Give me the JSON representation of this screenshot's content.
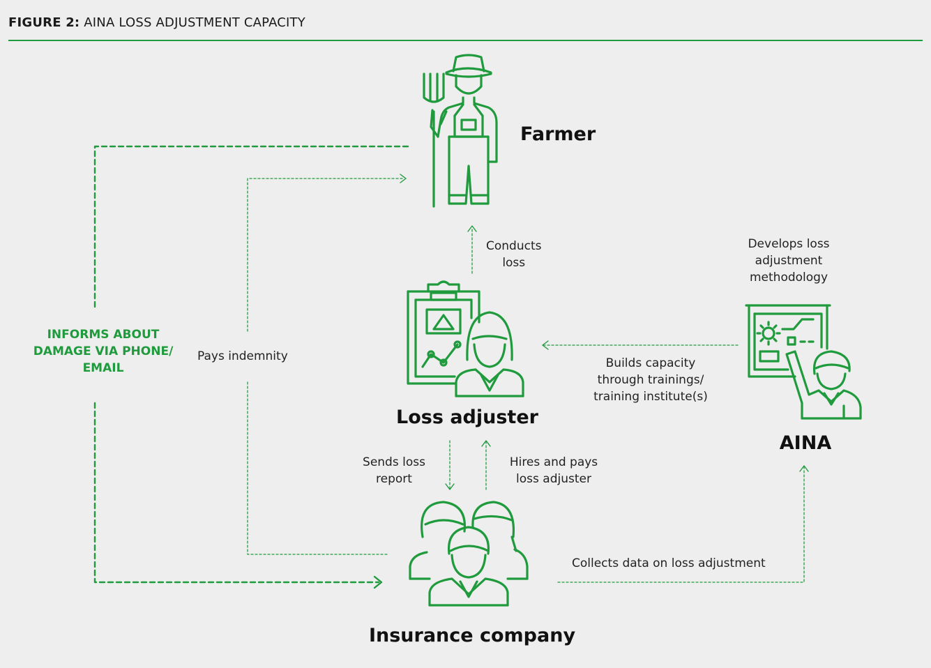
{
  "header": {
    "figure_label": "FIGURE 2:",
    "title": "AINA LOSS ADJUSTMENT CAPACITY"
  },
  "colors": {
    "accent": "#1f9a3c",
    "background": "#eeeeee",
    "text": "#222222"
  },
  "nodes": {
    "farmer": {
      "label": "Farmer",
      "icon": "farmer-icon"
    },
    "loss_adjuster": {
      "label": "Loss adjuster",
      "icon": "loss-adjuster-icon"
    },
    "insurance_company": {
      "label": "Insurance company",
      "icon": "insurance-team-icon"
    },
    "aina": {
      "label": "AINA",
      "icon": "presenter-board-icon"
    }
  },
  "edges": {
    "informs_line1": "INFORMS ABOUT",
    "informs_line2": "DAMAGE VIA PHONE/",
    "informs_line3": "EMAIL",
    "pays_indemnity": "Pays indemnity",
    "conducts_line1": "Conducts",
    "conducts_line2": "loss",
    "develops_line1": "Develops loss",
    "develops_line2": "adjustment",
    "develops_line3": "methodology",
    "builds_line1": "Builds capacity",
    "builds_line2": "through trainings/",
    "builds_line3": "training institute(s)",
    "sends_line1": "Sends loss",
    "sends_line2": "report",
    "hires_line1": "Hires and pays",
    "hires_line2": "loss adjuster",
    "collects": "Collects data on loss adjustment"
  }
}
